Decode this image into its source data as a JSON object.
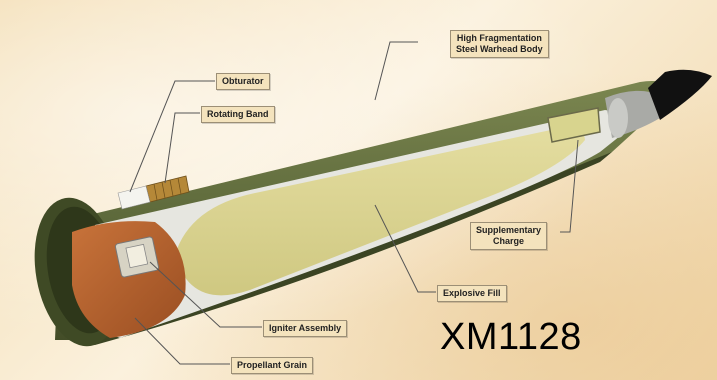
{
  "title": "XM1128",
  "labels": {
    "warhead_body_line1": "High Fragmentation",
    "warhead_body_line2": "Steel Warhead  Body",
    "obturator": "Obturator",
    "rotating_band": "Rotating Band",
    "supplementary_charge_line1": "Supplementary",
    "supplementary_charge_line2": "Charge",
    "explosive_fill": "Explosive Fill",
    "igniter_assembly": "Igniter Assembly",
    "propellant_grain": "Propellant Grain"
  },
  "colors": {
    "shell_green": "#5f6b3c",
    "explosive_fill": "#d8d28e",
    "propellant": "#b4622e",
    "liner": "#e6e6e0",
    "nose": "#111111"
  }
}
